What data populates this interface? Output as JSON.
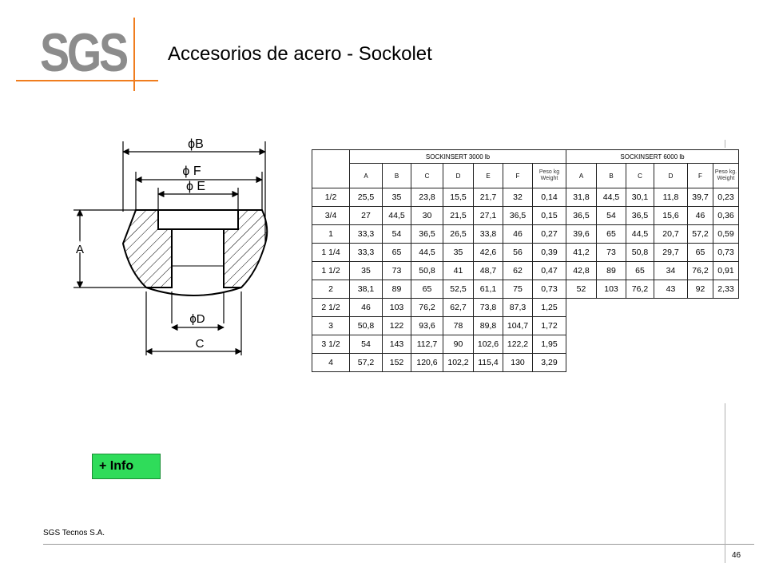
{
  "header": {
    "logo_text": "SGS",
    "title": "Accesorios de acero - Sockolet"
  },
  "drawing": {
    "labels": {
      "b": "ϕB",
      "f": "ϕ F",
      "e": "ϕ E",
      "a": "A",
      "d": "ϕD",
      "c": "C"
    }
  },
  "table": {
    "group_3000": "SOCKINSERT 3000 lb",
    "group_6000": "SOCKINSERT 6000 lb",
    "columns_3000": [
      "A",
      "B",
      "C",
      "D",
      "E",
      "F"
    ],
    "columns_6000": [
      "A",
      "B",
      "C",
      "D",
      "F"
    ],
    "peso_3000": "Peso kg Weight",
    "peso_6000": "Peso kg. Weight",
    "rows": [
      {
        "size": "1/2",
        "v3000": [
          "25,5",
          "35",
          "23,8",
          "15,5",
          "21,7",
          "32",
          "0,14"
        ],
        "v6000": [
          "31,8",
          "44,5",
          "30,1",
          "11,8",
          "39,7",
          "0,23"
        ]
      },
      {
        "size": "3/4",
        "v3000": [
          "27",
          "44,5",
          "30",
          "21,5",
          "27,1",
          "36,5",
          "0,15"
        ],
        "v6000": [
          "36,5",
          "54",
          "36,5",
          "15,6",
          "46",
          "0,36"
        ]
      },
      {
        "size": "1",
        "v3000": [
          "33,3",
          "54",
          "36,5",
          "26,5",
          "33,8",
          "46",
          "0,27"
        ],
        "v6000": [
          "39,6",
          "65",
          "44,5",
          "20,7",
          "57,2",
          "0,59"
        ]
      },
      {
        "size": "1  1/4",
        "v3000": [
          "33,3",
          "65",
          "44,5",
          "35",
          "42,6",
          "56",
          "0,39"
        ],
        "v6000": [
          "41,2",
          "73",
          "50,8",
          "29,7",
          "65",
          "0,73"
        ]
      },
      {
        "size": "1  1/2",
        "v3000": [
          "35",
          "73",
          "50,8",
          "41",
          "48,7",
          "62",
          "0,47"
        ],
        "v6000": [
          "42,8",
          "89",
          "65",
          "34",
          "76,2",
          "0,91"
        ]
      },
      {
        "size": "2",
        "v3000": [
          "38,1",
          "89",
          "65",
          "52,5",
          "61,1",
          "75",
          "0,73"
        ],
        "v6000": [
          "52",
          "103",
          "76,2",
          "43",
          "92",
          "2,33"
        ]
      },
      {
        "size": "2  1/2",
        "v3000": [
          "46",
          "103",
          "76,2",
          "62,7",
          "73,8",
          "87,3",
          "1,25"
        ],
        "v6000": []
      },
      {
        "size": "3",
        "v3000": [
          "50,8",
          "122",
          "93,6",
          "78",
          "89,8",
          "104,7",
          "1,72"
        ],
        "v6000": []
      },
      {
        "size": "3  1/2",
        "v3000": [
          "54",
          "143",
          "112,7",
          "90",
          "102,6",
          "122,2",
          "1,95"
        ],
        "v6000": []
      },
      {
        "size": "4",
        "v3000": [
          "57,2",
          "152",
          "120,6",
          "102,2",
          "115,4",
          "130",
          "3,29"
        ],
        "v6000": []
      }
    ]
  },
  "info_button": {
    "label": "+ Info"
  },
  "footer": {
    "company": "SGS Tecnos S.A.",
    "page_number": "46"
  },
  "colors": {
    "brand_orange": "#f07d1e",
    "logo_gray": "#8c8c8c",
    "button_green": "#2fdc5a"
  }
}
